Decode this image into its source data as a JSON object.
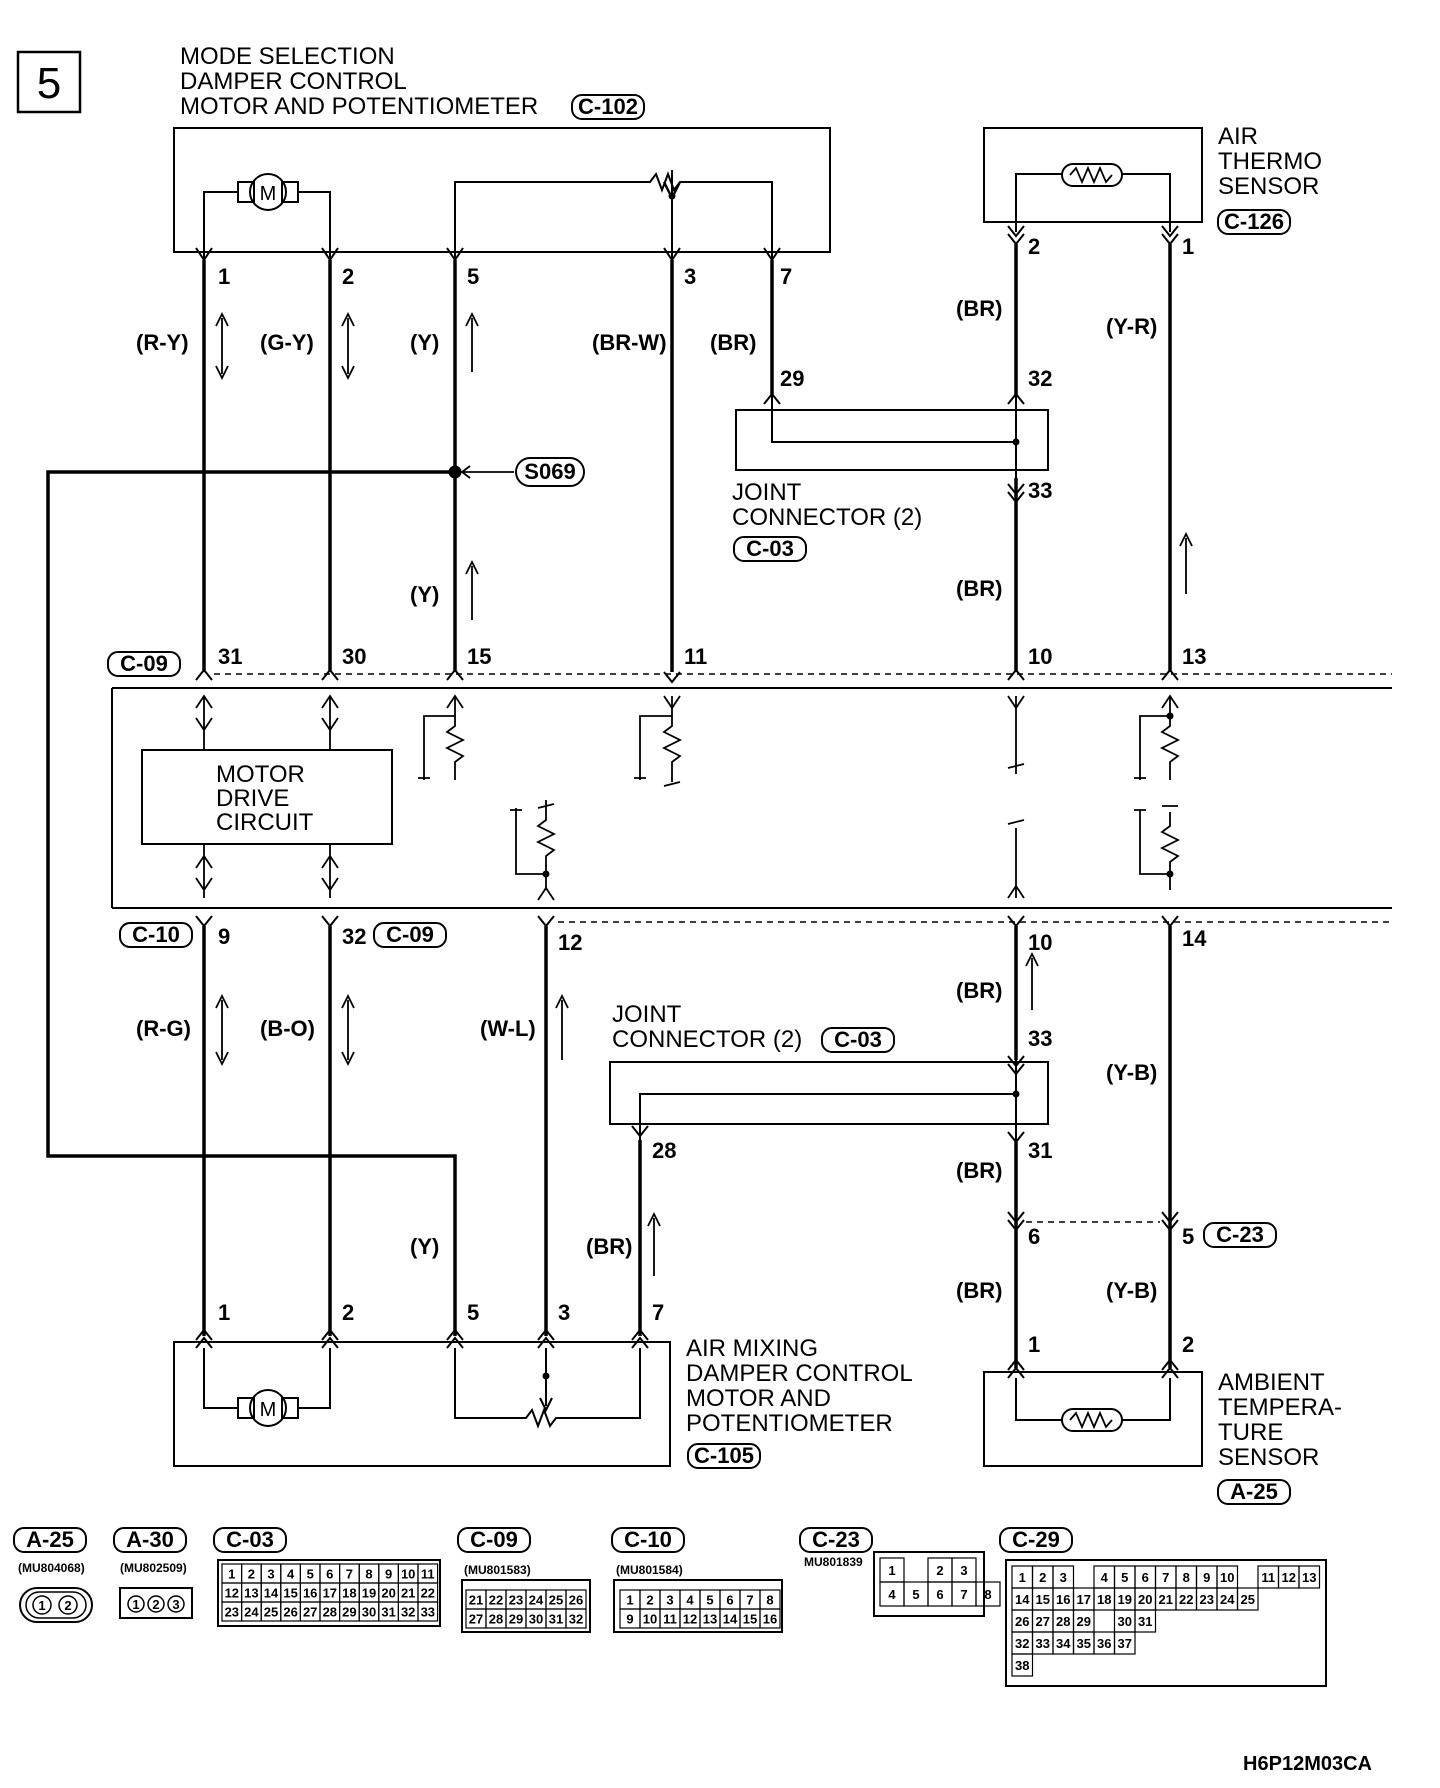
{
  "page_number": "5",
  "drawing_code": "H6P12M03CA",
  "components": {
    "mode_selection_damper": {
      "lines": [
        "MODE SELECTION",
        "DAMPER CONTROL",
        "MOTOR AND POTENTIOMETER"
      ],
      "connector": "C-102"
    },
    "air_thermo_sensor": {
      "lines": [
        "AIR",
        "THERMO",
        "SENSOR"
      ],
      "connector": "C-126"
    },
    "joint_connector_upper": {
      "lines": [
        "JOINT",
        "CONNECTOR (2)"
      ],
      "connector": "C-03"
    },
    "motor_drive_circuit": {
      "lines": [
        "MOTOR",
        "DRIVE",
        "CIRCUIT"
      ]
    },
    "joint_connector_lower": {
      "lines": [
        "JOINT",
        "CONNECTOR (2)"
      ],
      "connector": "C-03"
    },
    "air_mixing_damper": {
      "lines": [
        "AIR MIXING",
        "DAMPER CONTROL",
        "MOTOR AND",
        "POTENTIOMETER"
      ],
      "connector": "C-105"
    },
    "ambient_temperature_sensor": {
      "lines": [
        "AMBIENT",
        "TEMPERA-",
        "TURE",
        "SENSOR"
      ],
      "connector": "A-25"
    }
  },
  "splice": "S069",
  "ecu_connectors": {
    "upper": "C-09",
    "lower_left": "C-10",
    "lower_mid": "C-09",
    "lower_right": "C-23"
  },
  "pins": {
    "c102": [
      "1",
      "2",
      "5",
      "3",
      "7"
    ],
    "c126": [
      "2",
      "1"
    ],
    "joint_upper": [
      "29",
      "32",
      "33"
    ],
    "ecu_upper": [
      "31",
      "30",
      "15",
      "11",
      "10",
      "13"
    ],
    "ecu_lower": [
      "9",
      "32",
      "12",
      "10",
      "14"
    ],
    "joint_lower": [
      "33",
      "28",
      "31"
    ],
    "c23": [
      "6",
      "5"
    ],
    "c105": [
      "1",
      "2",
      "5",
      "3",
      "7"
    ],
    "a25": [
      "1",
      "2"
    ]
  },
  "wire_colors": {
    "upper": [
      "(R-Y)",
      "(G-Y)",
      "(Y)",
      "(BR-W)",
      "(BR)",
      "(BR)",
      "(Y-R)"
    ],
    "mid": [
      "(Y)",
      "(BR)"
    ],
    "lower": [
      "(R-G)",
      "(B-O)",
      "(W-L)",
      "(BR)",
      "(Y-B)"
    ],
    "bottom": [
      "(Y)",
      "(BR)",
      "(BR)",
      "(BR)",
      "(Y-B)"
    ]
  },
  "connector_faces": [
    {
      "id": "A-25",
      "part": "(MU804068)",
      "rows": [
        [
          "1",
          "2"
        ]
      ]
    },
    {
      "id": "A-30",
      "part": "(MU802509)",
      "rows": [
        [
          "1",
          "2",
          "3"
        ]
      ]
    },
    {
      "id": "C-03",
      "part": "",
      "rows": [
        [
          "1",
          "2",
          "3",
          "4",
          "5",
          "6",
          "7",
          "8",
          "9",
          "10",
          "11"
        ],
        [
          "12",
          "13",
          "14",
          "15",
          "16",
          "17",
          "18",
          "19",
          "20",
          "21",
          "22"
        ],
        [
          "23",
          "24",
          "25",
          "26",
          "27",
          "28",
          "29",
          "30",
          "31",
          "32",
          "33"
        ]
      ]
    },
    {
      "id": "C-09",
      "part": "(MU801583)",
      "rows": [
        [
          "21",
          "22",
          "23",
          "24",
          "25",
          "26"
        ],
        [
          "27",
          "28",
          "29",
          "30",
          "31",
          "32"
        ]
      ]
    },
    {
      "id": "C-10",
      "part": "(MU801584)",
      "rows": [
        [
          "1",
          "2",
          "3",
          "4",
          "5",
          "6",
          "7",
          "8"
        ],
        [
          "9",
          "10",
          "11",
          "12",
          "13",
          "14",
          "15",
          "16"
        ]
      ]
    },
    {
      "id": "C-23",
      "part": "MU801839",
      "rows": [
        [
          "1",
          "",
          "2",
          "3"
        ],
        [
          "4",
          "5",
          "6",
          "7",
          "8"
        ]
      ]
    },
    {
      "id": "C-29",
      "part": "",
      "rows": [
        [
          "1",
          "2",
          "3",
          "",
          "4",
          "5",
          "6",
          "7",
          "8",
          "9",
          "10",
          "",
          "11",
          "12",
          "13"
        ],
        [
          "14",
          "15",
          "16",
          "17",
          "18",
          "19",
          "20",
          "21",
          "22",
          "23",
          "24",
          "25"
        ],
        [
          "26",
          "27",
          "28",
          "29",
          "",
          "30",
          "31"
        ],
        [
          "32",
          "33",
          "34",
          "35",
          "36",
          "37"
        ],
        [
          "38"
        ]
      ]
    }
  ]
}
